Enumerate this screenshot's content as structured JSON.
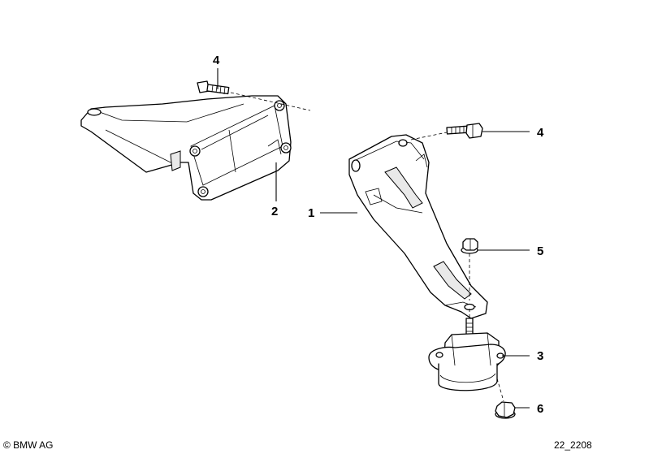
{
  "callouts": {
    "c4_top": "4",
    "c2": "2",
    "c1": "1",
    "c4_right": "4",
    "c5": "5",
    "c3": "3",
    "c6": "6"
  },
  "footer": {
    "copyright": "© BMW AG",
    "diagram_id": "22_2208"
  }
}
